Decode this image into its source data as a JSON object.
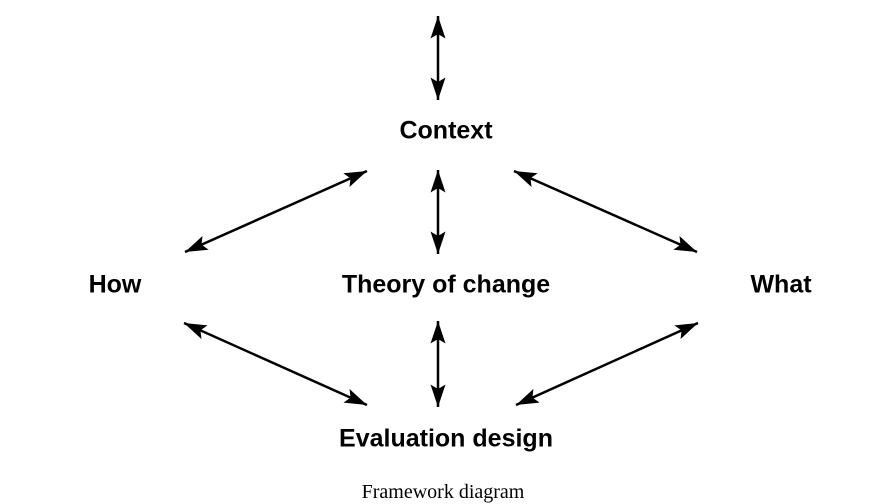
{
  "page": {
    "background_color": "#ffffff",
    "ink_color": "#000000"
  },
  "diagram": {
    "nodes": {
      "context": {
        "label": "Context"
      },
      "how": {
        "label": "How"
      },
      "theory": {
        "label": "Theory of change"
      },
      "what": {
        "label": "What"
      },
      "evaluation": {
        "label": "Evaluation design"
      }
    },
    "edges": [
      {
        "name": "context-offpage-top",
        "from": "context",
        "to": "off-page-top",
        "bidirectional": true
      },
      {
        "name": "context-how",
        "from": "context",
        "to": "how",
        "bidirectional": true
      },
      {
        "name": "context-theory",
        "from": "context",
        "to": "theory",
        "bidirectional": true
      },
      {
        "name": "context-what",
        "from": "context",
        "to": "what",
        "bidirectional": true
      },
      {
        "name": "how-evaluation",
        "from": "how",
        "to": "evaluation",
        "bidirectional": true
      },
      {
        "name": "theory-evaluation",
        "from": "theory",
        "to": "evaluation",
        "bidirectional": true
      },
      {
        "name": "what-evaluation",
        "from": "what",
        "to": "evaluation",
        "bidirectional": true
      }
    ],
    "caption": "Framework diagram"
  }
}
